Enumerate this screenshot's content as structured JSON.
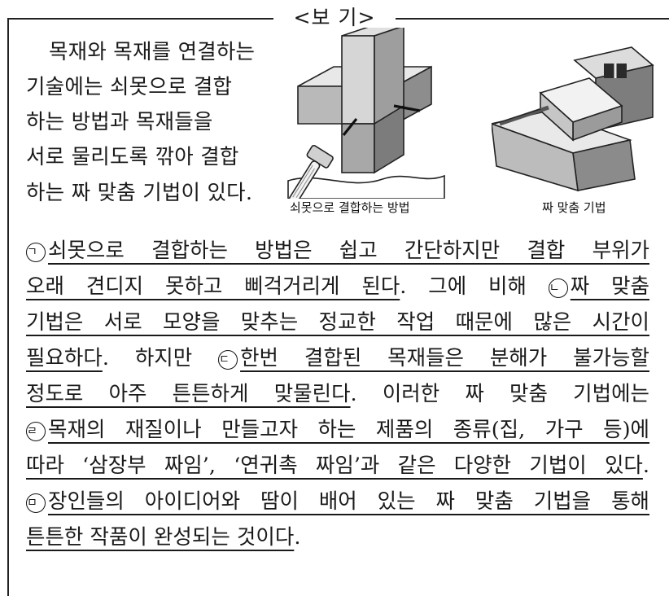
{
  "box": {
    "title": "<보 기>",
    "intro_lines": [
      "목재와 목재를 연결하는",
      "기술에는 쇠못으로 결합",
      "하는 방법과 목재들을",
      "서로 물리도록 깎아 결합",
      "하는 짜 맞춤 기법이 있다."
    ],
    "figures": {
      "nail": {
        "caption": "쇠못으로 결합하는 방법",
        "icon": "hammer-and-nails-joint"
      },
      "joint": {
        "caption": "짜 맞춤 기법",
        "icon": "interlocking-wood-joint"
      }
    },
    "markers": {
      "a": "ㄱ",
      "b": "ㄴ",
      "c": "ㄷ",
      "d": "ㄹ",
      "e": "ㅁ"
    },
    "lines": [
      {
        "s1": "쇠못으로 결합하는 방법은 쉽고 간단하지만 결합 부위가"
      },
      {
        "s1": "오래 견디지 못하고 삐걱거리게 된다",
        "t1": ". 그에 비해 ",
        "s2": "짜 맞춤"
      },
      {
        "s1": "기법은 서로 모양을 맞추는 정교한 작업 때문에 많은 시간이"
      },
      {
        "s1": "필요하다",
        "t1": ". 하지만 ",
        "s2": "한번 결합된 목재들은 분해가 불가능할"
      },
      {
        "s1": "정도로 아주 튼튼하게 맞물린다",
        "t1": ". 이러한 짜 맞춤 기법에는"
      },
      {
        "s1": "목재의 재질이나 만들고자 하는 제품의 종류(집, 가구 등)에"
      },
      {
        "s1": "따라 ‘삼장부 짜임’, ‘연귀촉 짜임’과 같은 다양한 기법이 있다",
        "t1": "."
      },
      {
        "s1": "장인들의 아이디어와 땀이 배어 있는 짜 맞춤 기법을 통해"
      },
      {
        "s1": "튼튼한 작품이 완성되는 것이다",
        "t1": "."
      }
    ]
  }
}
